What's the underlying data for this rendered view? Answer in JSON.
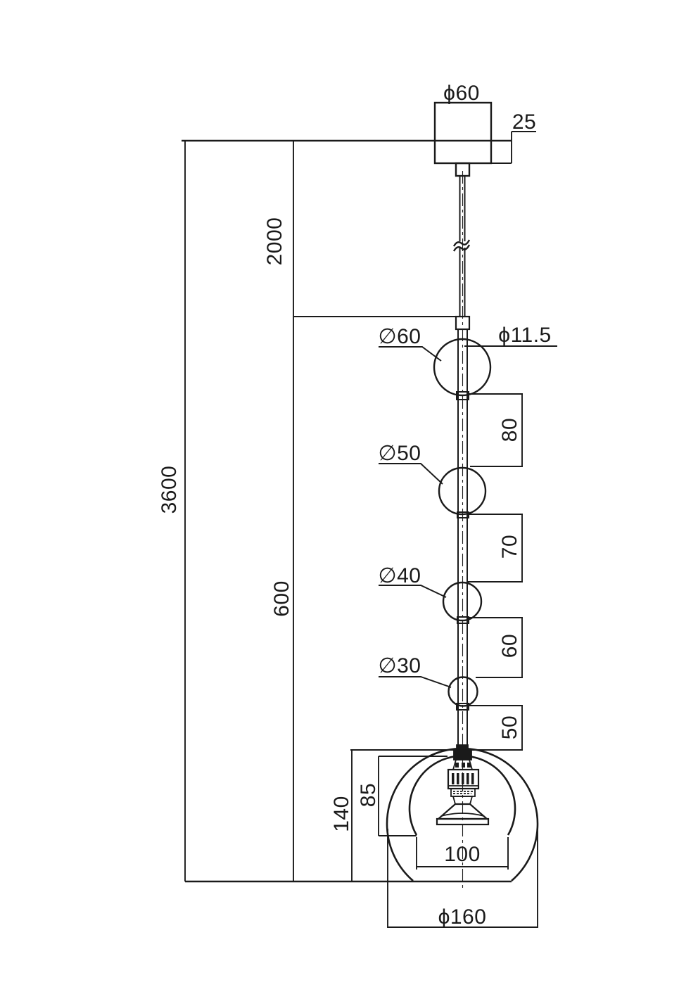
{
  "drawing": {
    "kind": "pendant-lamp-dimension-drawing",
    "units_shown": "mm"
  },
  "dimensions": {
    "canopy_diameter": "ϕ60",
    "canopy_height": "25",
    "cable_length": "2000",
    "overall_height": "3600",
    "rod_section_height": "600",
    "sphere_60_diameter": "∅60",
    "rod_diameter": "ϕ11.5",
    "gap_sphere60_sphere50": "80",
    "sphere_50_diameter": "∅50",
    "gap_sphere50_sphere40": "70",
    "sphere_40_diameter": "∅40",
    "gap_sphere40_sphere30": "60",
    "sphere_30_diameter": "∅30",
    "gap_sphere30_shade": "50",
    "inner_shade_height": "85",
    "shade_height": "140",
    "shade_opening_width": "100",
    "shade_diameter": "ϕ160"
  },
  "colors": {
    "line": "#1a1a1a",
    "background": "#ffffff"
  }
}
